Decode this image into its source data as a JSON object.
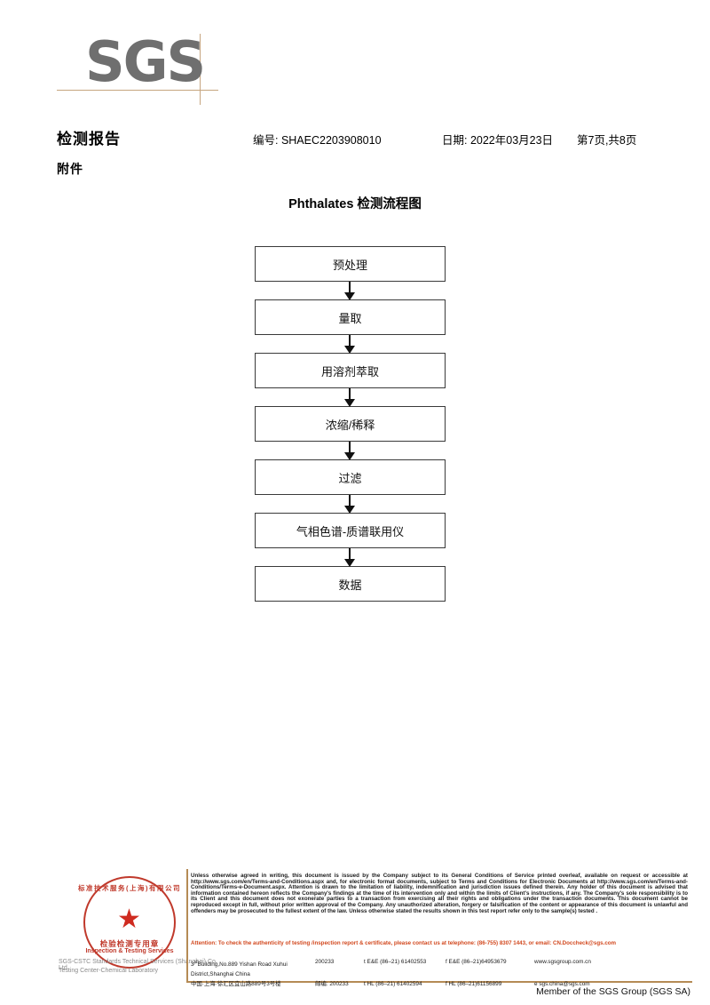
{
  "logo": {
    "text": "SGS"
  },
  "header": {
    "title": "检测报告",
    "subtitle": "附件",
    "report_no": "编号: SHAEC2203908010",
    "date": "日期: 2022年03月23日",
    "page": "第7页,共8页"
  },
  "flowchart": {
    "title": "Phthalates 检测流程图",
    "steps": [
      {
        "label": "预处理"
      },
      {
        "label": "量取"
      },
      {
        "label": "用溶剂萃取"
      },
      {
        "label": "浓缩/稀释"
      },
      {
        "label": "过滤"
      },
      {
        "label": "气相色谱-质谱联用仪"
      },
      {
        "label": "数据"
      }
    ]
  },
  "seal": {
    "arc_text": "标准技术服务(上海)有限公司",
    "star": "★",
    "cn_text": "检验检测专用章",
    "en_text": "Inspection & Testing Services",
    "gray_line1": "SGS-CSTC Standards Technical Services (Shanghai) Co. Ltd.",
    "gray_line2": "Testing Center-Chemical Laboratory",
    "color": "#c0392b"
  },
  "footer": {
    "disclaimer": "Unless otherwise agreed in writing, this document is issued by the Company subject to its General Conditions of Service printed overleaf, available on request or accessible at http://www.sgs.com/en/Terms-and-Conditions.aspx and, for electronic format documents, subject to Terms and Conditions for Electronic Documents at http://www.sgs.com/en/Terms-and-Conditions/Terms-e-Document.aspx. Attention is drawn to the limitation of liability, indemnification and jurisdiction issues defined therein. Any holder of this document is advised that information contained hereon reflects the Company's findings at the time of its intervention only and within the limits of Client's instructions, if any. The Company's sole responsibility is to its Client and this document does not exonerate parties to a transaction from exercising all their rights and obligations under the transaction documents. This document cannot be reproduced except in full, without prior written approval of the Company. Any unauthorized alteration, forgery or falsification of the content or appearance of this document is unlawful and offenders may be prosecuted to the fullest extent of the law. Unless otherwise stated the results shown in this test report refer only to the sample(s) tested .",
    "attention": "Attention: To check the authenticity of testing /inspection report & certificate, please contact us at telephone: (86-755) 8307 1443, or email: CN.Doccheck@sgs.com",
    "attention_color": "#d2481e",
    "address_en": "Building,No.889 Yishan Road Xuhui District,Shanghai China",
    "address_en_prefix": "3",
    "address_en_sup": "rd",
    "address_cn": "中国·上海·徐汇区宜山路889号3号楼",
    "zip_en": "200233",
    "zip_cn": "邮编: 200233",
    "tel1_a": "t E&E (86–21) 61402553",
    "tel1_b": "f E&E (86–21)64953679",
    "tel2_a": "t HL (86–21) 61402594",
    "tel2_b": "f HL (86–21)61156899",
    "web": "www.sgsgroup.com.cn",
    "email": "e  sgs.china@sgs.com",
    "member": "Member of the SGS Group (SGS SA)"
  }
}
